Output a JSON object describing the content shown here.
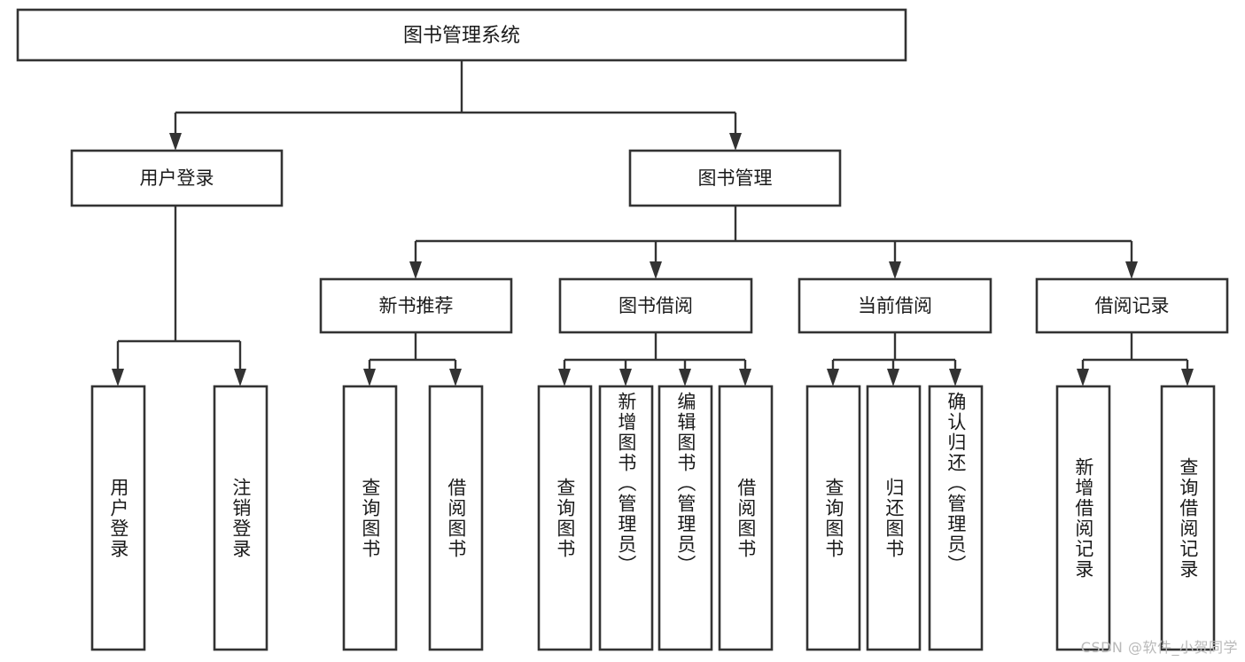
{
  "diagram": {
    "type": "hierarchy-tree",
    "title": "图书管理系统",
    "watermark": "CSDN @软件_小贺同学",
    "colors": {
      "box_stroke": "#333333",
      "box_fill": "#ffffff",
      "connector": "#333333",
      "text": "#1a1a1a",
      "watermark": "#b9b9b9",
      "background": "#ffffff"
    },
    "root": {
      "label": "图书管理系统"
    },
    "level2": [
      {
        "label": "用户登录"
      },
      {
        "label": "图书管理"
      }
    ],
    "level3": [
      {
        "label": "新书推荐"
      },
      {
        "label": "图书借阅"
      },
      {
        "label": "当前借阅"
      },
      {
        "label": "借阅记录"
      }
    ],
    "leaves": {
      "user_login": [
        {
          "label": "用户登录"
        },
        {
          "label": "注销登录"
        }
      ],
      "new_book_recommend": [
        {
          "label": "查询图书"
        },
        {
          "label": "借阅图书"
        }
      ],
      "book_borrow": [
        {
          "label": "查询图书"
        },
        {
          "label": "新增图书（管理员）"
        },
        {
          "label": "编辑图书（管理员）"
        },
        {
          "label": "借阅图书"
        }
      ],
      "current_borrow": [
        {
          "label": "查询图书"
        },
        {
          "label": "归还图书"
        },
        {
          "label": "确认归还（管理员）"
        }
      ],
      "borrow_record": [
        {
          "label": "新增借阅记录"
        },
        {
          "label": "查询借阅记录"
        }
      ]
    }
  }
}
